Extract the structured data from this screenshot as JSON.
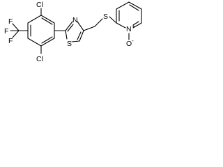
{
  "molecule": {
    "labels": {
      "cl_top": "Cl",
      "cl_bottom": "Cl",
      "f_1": "F",
      "f_2": "F",
      "f_3": "F",
      "n_thiazole": "N",
      "s_thiazole": "S",
      "s_linker": "S",
      "n_pyridine": "N",
      "charge_plus": "+",
      "o_minus": "O",
      "charge_minus": "-"
    }
  }
}
